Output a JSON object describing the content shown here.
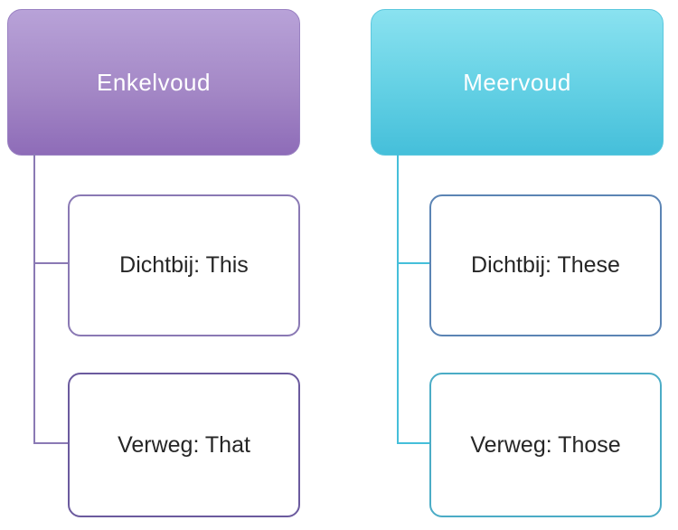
{
  "diagram": {
    "type": "hierarchy-smartart",
    "columns": [
      {
        "header": {
          "label": "Enkelvoud"
        },
        "children": [
          {
            "label": "Dichtbij: This"
          },
          {
            "label": "Verweg: That"
          }
        ]
      },
      {
        "header": {
          "label": "Meervoud"
        },
        "children": [
          {
            "label": "Dichtbij: These"
          },
          {
            "label": "Verweg: Those"
          }
        ]
      }
    ]
  },
  "colors": {
    "purple_header_top": "#b8a2d8",
    "purple_header_mid": "#a488c6",
    "purple_header_bottom": "#8e6cb8",
    "purple_header_border": "#9a82c2",
    "cyan_header_top": "#8ae2f0",
    "cyan_header_mid": "#63d0e4",
    "cyan_header_bottom": "#45bfda",
    "cyan_header_border": "#5cc8de",
    "left_child_top_border": "#8a79b4",
    "left_child_bottom_border": "#6b5a9e",
    "right_child_top_border": "#5b84b4",
    "right_child_bottom_border": "#4bacc6",
    "left_connector": "#8a79b4",
    "right_connector": "#45bfda",
    "child_text": "#262626",
    "header_text": "#ffffff",
    "background": "#ffffff"
  }
}
